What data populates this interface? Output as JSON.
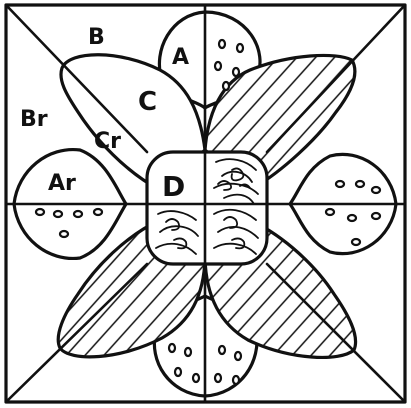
{
  "diagram": {
    "labels": {
      "a": "A",
      "b": "B",
      "br": "Br",
      "c": "C",
      "cr": "Cr",
      "ar": "Ar",
      "d": "D"
    },
    "colors": {
      "ink": "#111111",
      "paper": "#ffffff"
    }
  }
}
